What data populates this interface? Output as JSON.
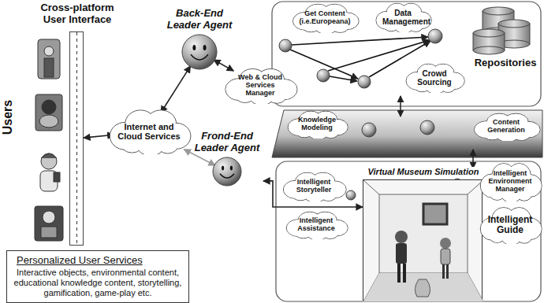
{
  "diagram": {
    "nodes": [
      {
        "text": [
          "Cross-platform User Interface"
        ]
      },
      {
        "text": [
          "Back-End Leader Agent"
        ]
      },
      {
        "text": [
          "Get Content (i.e.Europeana)"
        ]
      },
      {
        "text": [
          "Data Management"
        ]
      },
      {
        "text": [
          "Repositories"
        ]
      },
      {
        "text": [
          "Web & Cloud Services Manager"
        ]
      },
      {
        "text": [
          "Crowd Sourcing"
        ]
      },
      {
        "text": [
          "Internet and Cloud Services"
        ]
      },
      {
        "text": [
          "Frond-End Leader Agent"
        ]
      },
      {
        "text": [
          "Knowledge Modeling"
        ]
      },
      {
        "text": [
          "Content Generation"
        ]
      },
      {
        "text": [
          "Intelligent Storyteller"
        ]
      },
      {
        "text": [
          "Virtual Museum Simulation"
        ]
      },
      {
        "text": [
          "Intelligent Environment Manager"
        ]
      },
      {
        "text": [
          "Intelligent Assistance"
        ]
      },
      {
        "text": [
          "Intelligent Guide"
        ]
      },
      {
        "text": [
          "Personalized User Services",
          "Interactive objects, environmental content, educational knowledge content, storytelling, gamification, game-play etc."
        ]
      }
    ],
    "edges": [
      {
        "from": 0,
        "to": 7,
        "arrow": "both"
      },
      {
        "from": 7,
        "to": 1,
        "arrow": "both"
      },
      {
        "from": 7,
        "to": 8,
        "arrow": "both"
      },
      {
        "from": 1,
        "to": 5,
        "arrow": "both"
      },
      {
        "from": 8,
        "to": 12,
        "arrow": "both"
      }
    ],
    "labels": [
      "Users"
    ]
  }
}
